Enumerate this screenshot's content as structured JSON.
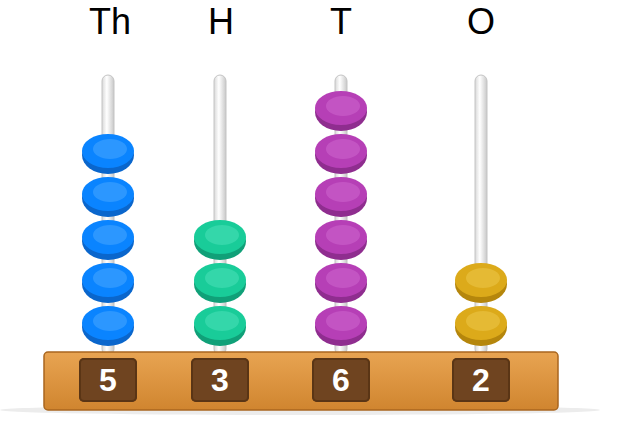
{
  "diagram": {
    "nodes": [
      {
        "text": [
          "5"
        ]
      },
      {
        "text": [
          "3"
        ]
      },
      {
        "text": [
          "6"
        ]
      },
      {
        "text": [
          "2"
        ]
      }
    ],
    "labels": [
      "Th",
      "H",
      "T",
      "O"
    ]
  }
}
